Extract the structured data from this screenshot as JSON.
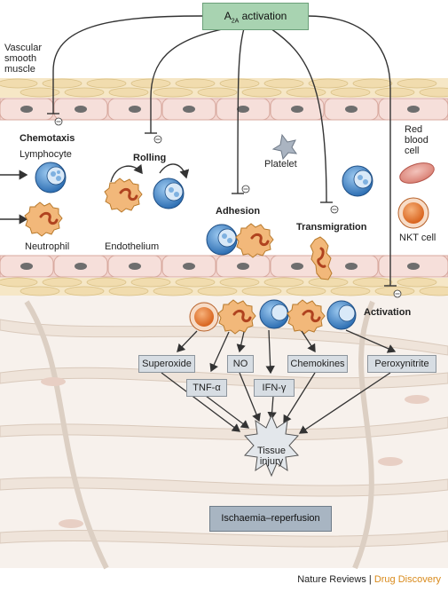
{
  "header": {
    "activation_prefix": "A",
    "activation_sub": "2A",
    "activation_suffix": " activation"
  },
  "labels": {
    "vascular_smooth_muscle": "Vascular smooth muscle",
    "chemotaxis": "Chemotaxis",
    "lymphocyte": "Lymphocyte",
    "rolling": "Rolling",
    "platelet": "Platelet",
    "red_blood_cell": "Red blood cell",
    "neutrophil": "Neutrophil",
    "endothelium": "Endothelium",
    "adhesion": "Adhesion",
    "transmigration": "Transmigration",
    "nkt_cell": "NKT cell",
    "activation": "Activation"
  },
  "mediators": [
    "Superoxide",
    "NO",
    "Chemokines",
    "Peroxynitrite",
    "TNF-α",
    "IFN-γ"
  ],
  "tissue_injury": "Tissue injury",
  "condition": "Ischaemia–reperfusion",
  "inhibition_symbol": "⊖",
  "credit": {
    "part1": "Nature Reviews",
    "separator": " | ",
    "part2": "Drug Discovery"
  },
  "colors": {
    "activation_box": "#a8d3b1",
    "endothelium": "#f3d6d0",
    "smooth_muscle": "#f6e7c6",
    "lymphocyte": "#3a7fc4",
    "neutrophil": "#f2b87a",
    "nkt": "#e9823a",
    "rbc": "#e7a39a",
    "tissue": "#f4ece6"
  }
}
